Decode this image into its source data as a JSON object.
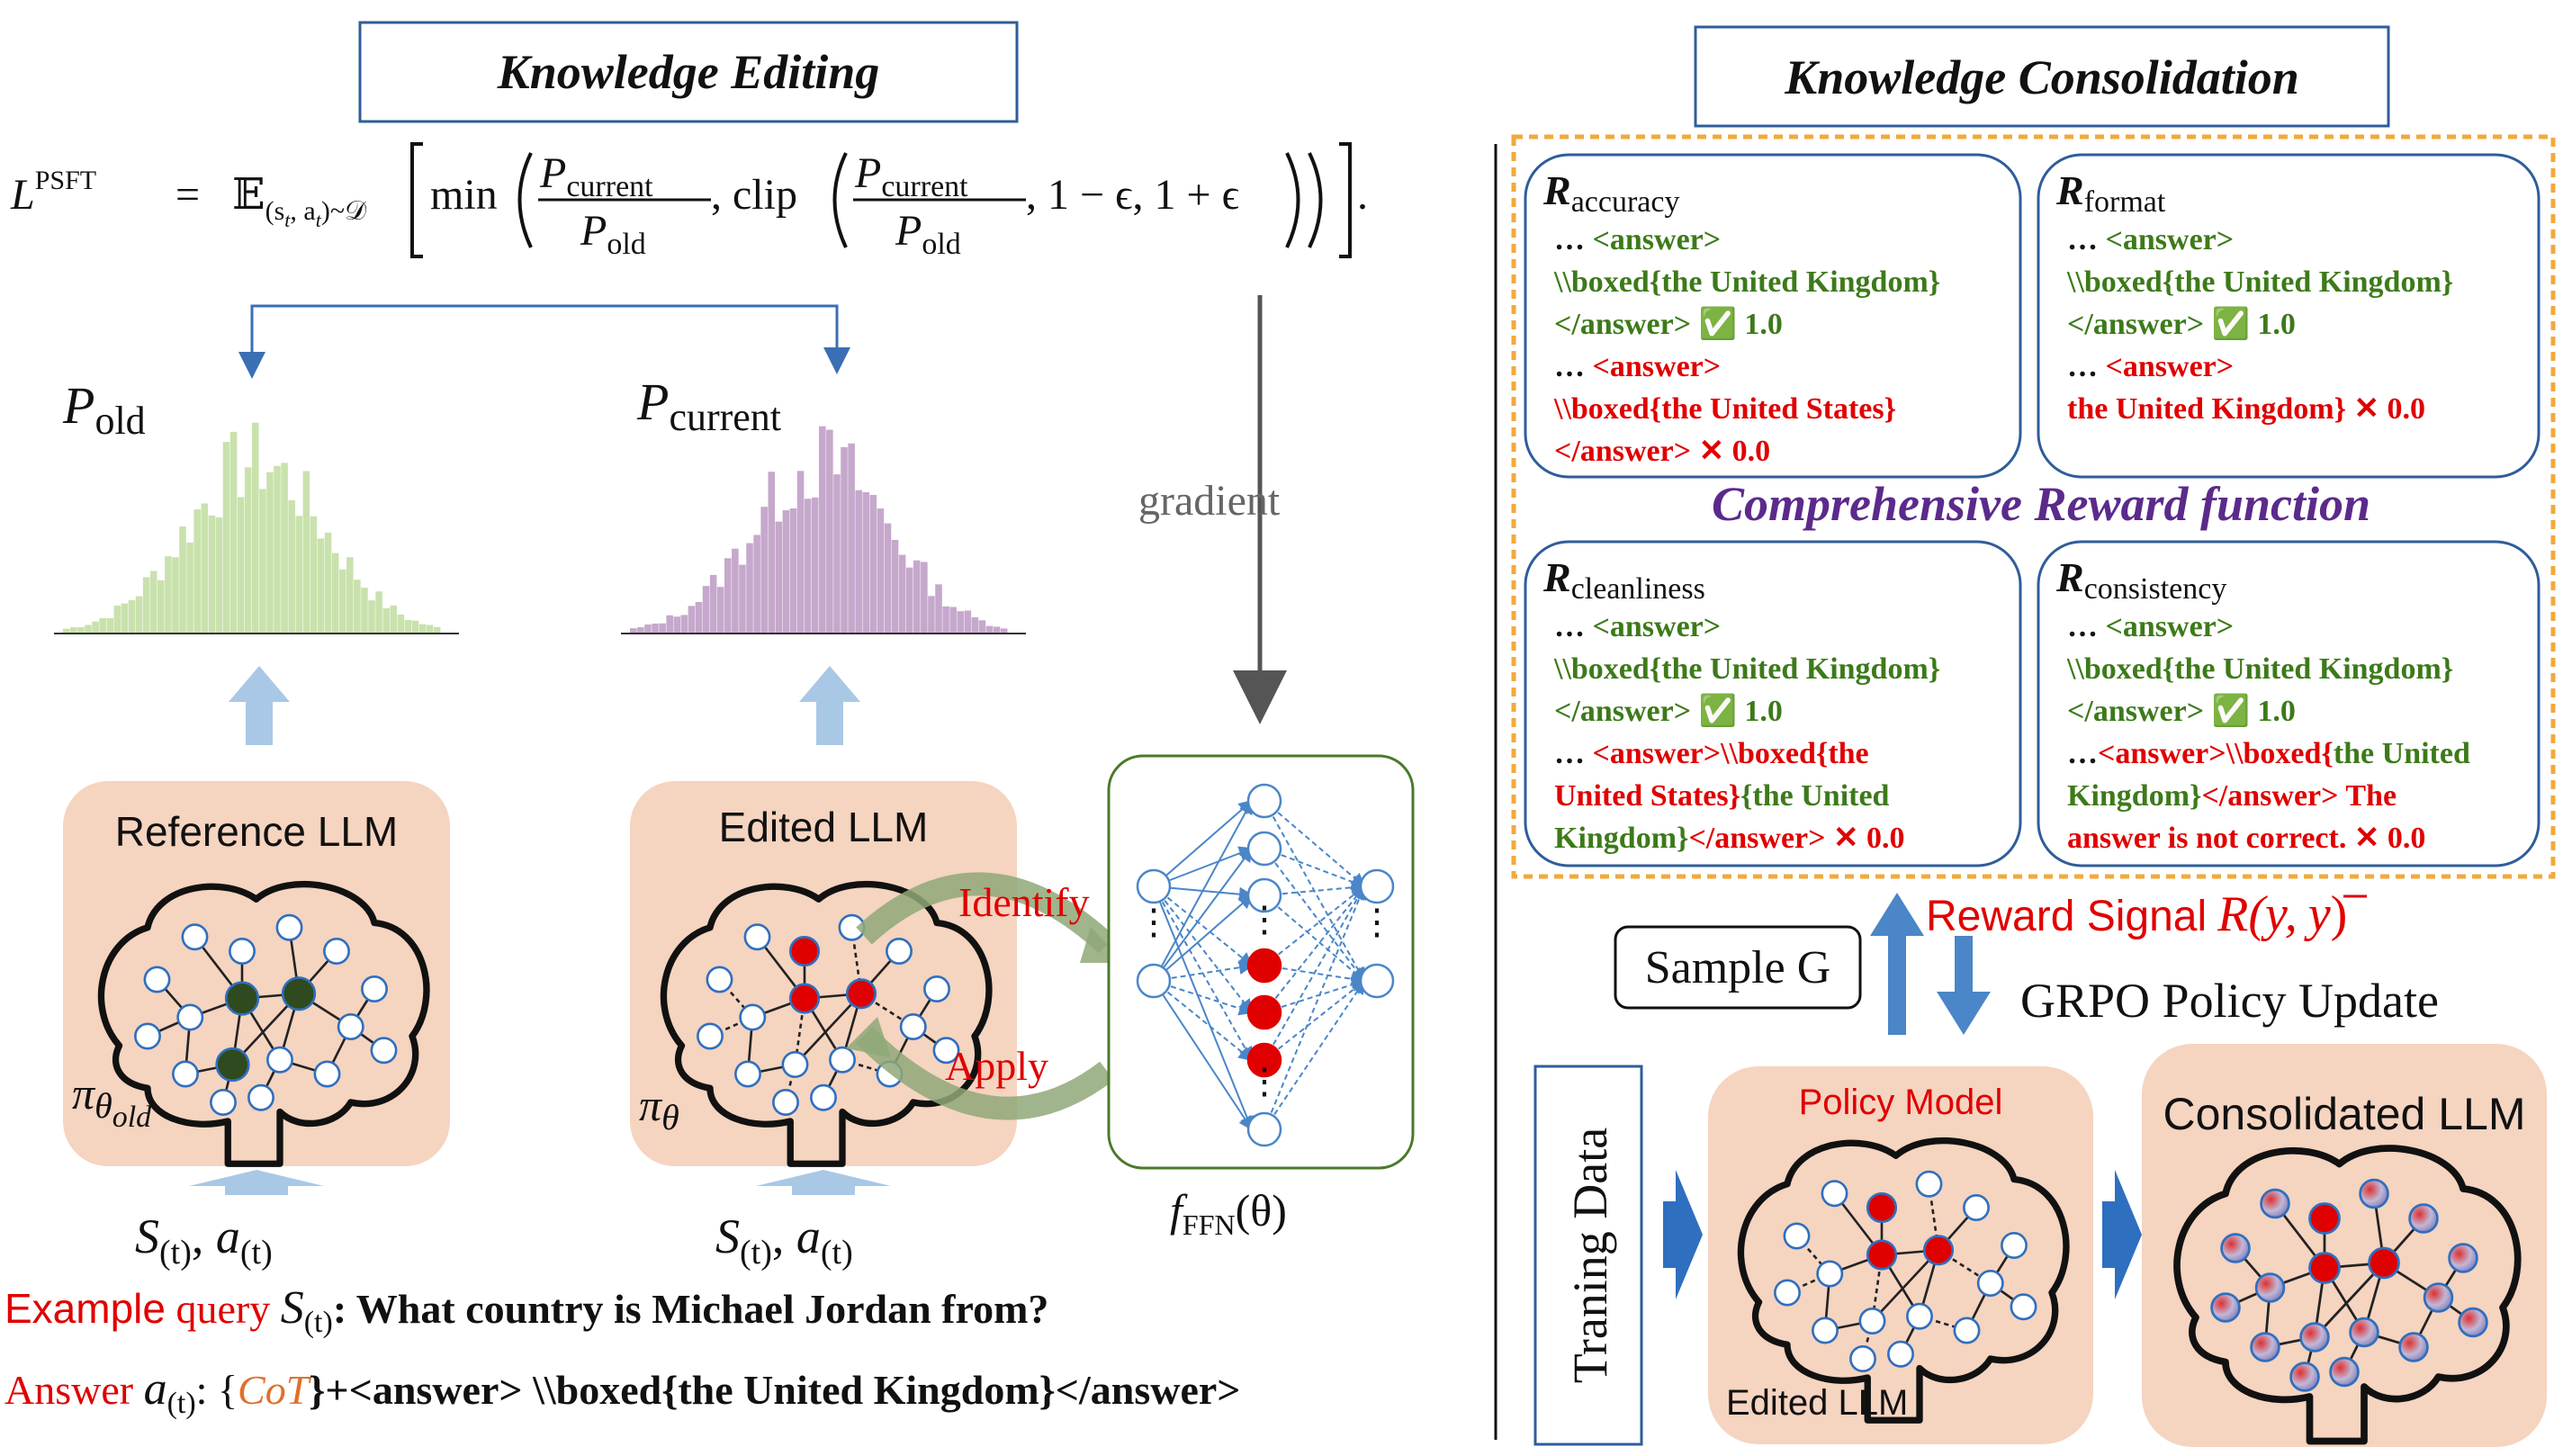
{
  "left": {
    "title": "Knowledge Editing",
    "formula": {
      "lhs": "L",
      "lhs_sup": "PSFT",
      "eq": "=",
      "expect": "𝔼",
      "expect_sub": "(s",
      "expect_sub2": "t",
      "expect_sub3": ", a",
      "expect_sub4": "t",
      "expect_sub5": ")~𝒟",
      "min": "min",
      "num": "P",
      "num_sub": "current",
      "den": "P",
      "den_sub": "old",
      "clip": ", clip",
      "tail": ", 1 − ϵ, 1 + ϵ",
      "end": "."
    },
    "p_old": "P",
    "p_old_sub": "old",
    "p_current": "P",
    "p_current_sub": "current",
    "gradient": "gradient",
    "reference_llm": "Reference LLM",
    "edited_llm": "Edited LLM",
    "pi_old": "π",
    "pi_old_sub": "θ",
    "pi_old_subsub": "old",
    "pi": "π",
    "pi_sub": "θ",
    "identify": "Identify",
    "apply": "Apply",
    "ffn_f": "f",
    "ffn_sub": "FFN",
    "ffn_theta": "(θ)",
    "input_s": "S",
    "input_s_sub": "(t)",
    "input_comma": ",",
    "input_a": "a",
    "input_a_sub": "(t)",
    "example_label": "Example",
    "example_query": "query",
    "example_s": "S",
    "example_s_sub": "(t)",
    "example_text": ": What country is Michael Jordan from?",
    "answer_label": "Answer",
    "answer_a": "a",
    "answer_a_sub": "(t)",
    "answer_colon": ": {",
    "answer_cot": "CoT",
    "answer_rest": "}+<answer> \\\\boxed{the United Kingdom}</answer>"
  },
  "right": {
    "title": "Knowledge Consolidation",
    "reward_function_title": "Comprehensive Reward function",
    "boxes": [
      {
        "name_R": "R",
        "name_sub": "accuracy",
        "lines": [
          {
            "prefix": "…  ",
            "text": "<answer>",
            "color": "green"
          },
          {
            "prefix": "",
            "text": "\\\\boxed{the United Kingdom}",
            "color": "green"
          },
          {
            "prefix": "",
            "text": "</answer>",
            "color": "green",
            "mark": "check",
            "score": "1.0"
          },
          {
            "prefix": "…  ",
            "text": "<answer>",
            "color": "red"
          },
          {
            "prefix": " ",
            "text": "\\\\boxed{the United States}",
            "color": "red"
          },
          {
            "prefix": "",
            "text": "</answer>",
            "color": "red",
            "mark": "cross",
            "score": "0.0"
          }
        ]
      },
      {
        "name_R": "R",
        "name_sub": "format",
        "lines": [
          {
            "prefix": "…  ",
            "text": "<answer>",
            "color": "green"
          },
          {
            "prefix": "",
            "text": "\\\\boxed{the United Kingdom}",
            "color": "green"
          },
          {
            "prefix": "",
            "text": "</answer>",
            "color": "green",
            "mark": "check",
            "score": "1.0"
          },
          {
            "prefix": "…  ",
            "text": "<answer>",
            "color": "red"
          },
          {
            "prefix": " ",
            "text": "the United Kingdom}",
            "color": "red",
            "mark": "cross",
            "score": "0.0"
          }
        ]
      },
      {
        "name_R": "R",
        "name_sub": "cleanliness",
        "lines": [
          {
            "prefix": "…  ",
            "text": "<answer>",
            "color": "green"
          },
          {
            "prefix": "",
            "text": "\\\\boxed{the United Kingdom}",
            "color": "green"
          },
          {
            "prefix": "",
            "text": "</answer>",
            "color": "green",
            "mark": "check",
            "score": "1.0"
          }
        ],
        "mixed": [
          [
            {
              "t": "…  ",
              "c": "black"
            },
            {
              "t": "<answer>\\\\boxed{the",
              "c": "red"
            }
          ],
          [
            {
              "t": "United States}",
              "c": "red"
            },
            {
              "t": "{the United",
              "c": "green"
            }
          ],
          [
            {
              "t": "Kingdom}",
              "c": "green"
            },
            {
              "t": "</answer>",
              "c": "red"
            },
            {
              "t": "✕",
              "c": "cross"
            },
            {
              "t": "0.0",
              "c": "red"
            }
          ]
        ]
      },
      {
        "name_R": "R",
        "name_sub": "consistency",
        "lines": [
          {
            "prefix": "…  ",
            "text": "<answer>",
            "color": "green"
          },
          {
            "prefix": "",
            "text": "\\\\boxed{the United Kingdom}",
            "color": "green"
          },
          {
            "prefix": "",
            "text": "</answer>",
            "color": "green",
            "mark": "check",
            "score": "1.0"
          }
        ],
        "mixed": [
          [
            {
              "t": "…",
              "c": "black"
            },
            {
              "t": "<answer>\\\\boxed{",
              "c": "red"
            },
            {
              "t": "the United",
              "c": "green"
            }
          ],
          [
            {
              "t": "Kingdom}",
              "c": "green"
            },
            {
              "t": "</answer> The",
              "c": "red"
            }
          ],
          [
            {
              "t": "answer is not correct.",
              "c": "red"
            },
            {
              "t": "✕",
              "c": "cross"
            },
            {
              "t": "0.0",
              "c": "red"
            }
          ]
        ]
      }
    ],
    "sample_g": "Sample G",
    "reward_signal": "Reward Signal",
    "reward_R": "R",
    "reward_args": "(y,",
    "reward_ybar": "y",
    "reward_close": ")",
    "grpo": "GRPO Policy Update",
    "training_data": "Traning Data",
    "policy_model": "Policy Model",
    "edited_llm": "Edited LLM",
    "consolidated_llm": "Consolidated LLM"
  },
  "colors": {
    "green_text": "#3d7a1a",
    "red_text": "#e00000",
    "purple_title": "#5b2a8c",
    "box_border": "#2f5d9a",
    "dashed_border": "#f2a93b",
    "peach": "#f5d4c0",
    "hist_green": "#c9e2ad",
    "hist_purple": "#c6a8cc",
    "arrow_blue": "#a9c8e6",
    "dark_blue_arrow": "#2f6fbf",
    "cot_orange": "#e0702a"
  }
}
